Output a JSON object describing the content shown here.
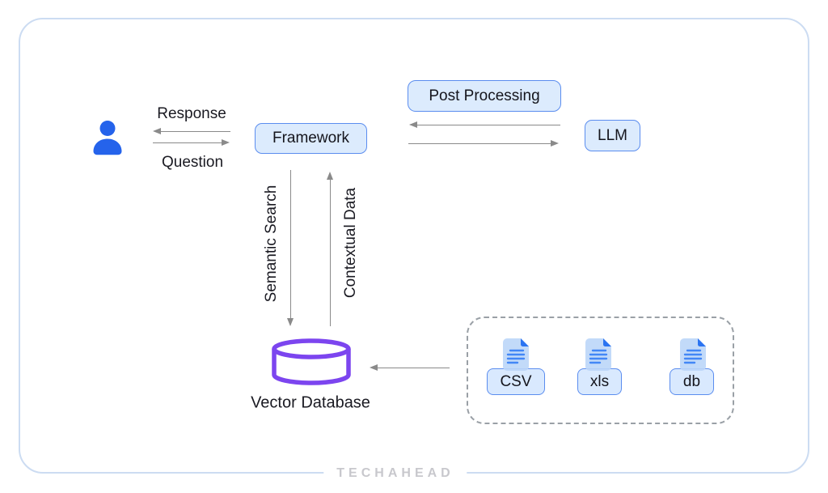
{
  "flow": {
    "response_label": "Response",
    "question_label": "Question",
    "framework_label": "Framework",
    "post_processing_label": "Post Processing",
    "llm_label": "LLM",
    "semantic_search_label": "Semantic Search",
    "contextual_data_label": "Contextual Data",
    "vector_database_label": "Vector Database"
  },
  "sources": {
    "files": [
      {
        "label": "CSV",
        "icon": "document-icon"
      },
      {
        "label": "xls",
        "icon": "document-icon"
      },
      {
        "label": "db",
        "icon": "document-icon"
      }
    ]
  },
  "brand": {
    "logo_text": "TECHAHEAD"
  },
  "colors": {
    "card_border": "#ccdcf2",
    "node_fill": "#dcebfd",
    "node_border": "#5b8def",
    "arrow": "#8a8a8a",
    "user_icon": "#2563eb",
    "cylinder_stroke": "#7c45ef",
    "doc_fill": "#bcd6f9",
    "doc_fold": "#1565f0",
    "doc_lines": "#2f7bf6",
    "dashed_border": "#9aa0a6",
    "text": "#1a1a22",
    "logo_text": "#c8c8cd"
  }
}
